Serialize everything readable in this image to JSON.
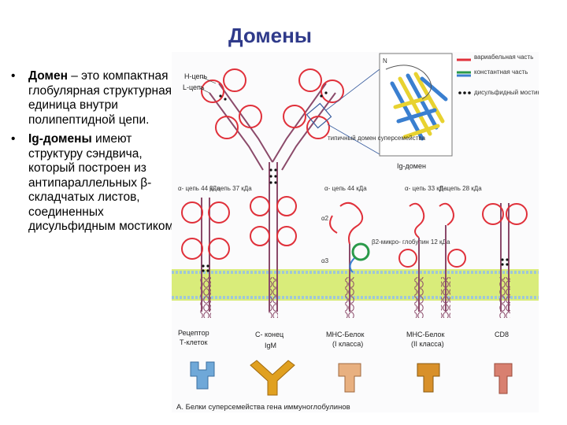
{
  "title": "Домены",
  "bullets": [
    {
      "bold": "Домен",
      "text": " – это компактная глобулярная структурная единица внутри полипептидной цепи."
    },
    {
      "bold": "Ig-домены",
      "text": " имеют структуру сэндвича, который построен из антипараллельных β-складчатых листов, соединенных дисульфидным мостиком."
    }
  ],
  "figure": {
    "legend": {
      "variable": "вариабельная часть",
      "constant": "константная часть",
      "disulfide": "дисульфидный мостик",
      "colors": {
        "variable": "#e0303a",
        "constant": "#2a9a4a",
        "chain": "#8b4a6a",
        "membrane": "#d9ec7a"
      }
    },
    "labels": {
      "h_chain": "Н-цепь",
      "l_chain": "L-цепь",
      "typical_domain": "типичный домен суперсемейства",
      "ig_domain": "Ig-домен",
      "n_label": "N",
      "alpha_chain_tcr": "α- цепь 44 кДа",
      "beta_chain_tcr": "β- цепь 37 кДа",
      "alpha_chain_mhc1": "α- цепь 44 кДа",
      "alpha_chain_mhc2": "α- цепь 33 кДа",
      "beta_chain_mhc2": "β- цепь 28 кДа",
      "alpha2": "α2",
      "alpha3": "α3",
      "b2m": "β2-микро- глобулин 12 кДа",
      "tcr": "Рецептор Т-клеток",
      "c_end": "С- конец",
      "igm": "IgM",
      "mhc1": "МНС-Белок (I класса)",
      "mhc2": "МНС-Белок (II класса)",
      "cd8": "CD8",
      "caption": "А. Белки суперсемейства гена иммуноглобулинов"
    }
  }
}
